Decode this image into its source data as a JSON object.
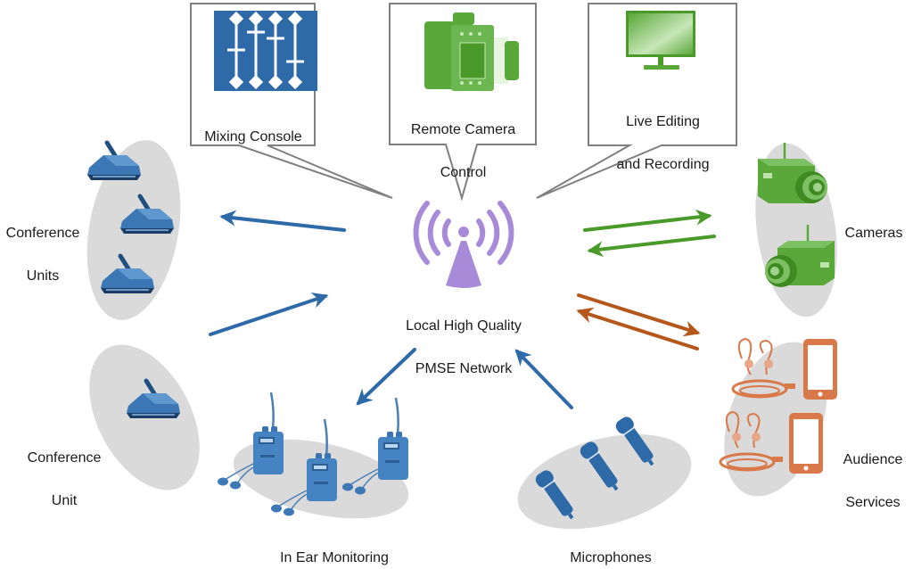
{
  "title": "Local High Quality PMSE Network",
  "colors": {
    "blue": "#2e6aa8",
    "green": "#4a9a2a",
    "green_light": "#6cbf55",
    "orange": "#b5571a",
    "orange_light": "#d9794a",
    "purple": "#a78bd9",
    "gray_blob": "#d9d9d9",
    "callout_stroke": "#7f7f7f"
  },
  "hub": {
    "icon": "wireless-antenna-icon",
    "label_line1": "Local High Quality",
    "label_line2": "PMSE Network"
  },
  "callouts": [
    {
      "id": "mixing-console",
      "icon": "mixing-console-icon",
      "label_line1": "Mixing Console",
      "label_line2": ""
    },
    {
      "id": "remote-camera-control",
      "icon": "remote-camera-control-icon",
      "label_line1": "Remote Camera",
      "label_line2": "Control"
    },
    {
      "id": "live-editing",
      "icon": "monitor-icon",
      "label_line1": "Live Editing",
      "label_line2": "and Recording"
    }
  ],
  "nodes": [
    {
      "id": "conference-units",
      "icon": "conference-unit-icon",
      "count": 3,
      "label_line1": "Conference",
      "label_line2": "Units",
      "link": "from-hub",
      "color": "blue"
    },
    {
      "id": "conference-unit",
      "icon": "conference-unit-icon",
      "count": 1,
      "label_line1": "Conference",
      "label_line2": "Unit",
      "link": "to-hub",
      "color": "blue"
    },
    {
      "id": "in-ear-monitoring",
      "icon": "bodypack-receiver-icon",
      "count": 3,
      "label_line1": "In Ear Monitoring",
      "label_line2": "",
      "link": "from-hub",
      "color": "blue"
    },
    {
      "id": "microphones",
      "icon": "microphone-icon",
      "count": 3,
      "label_line1": "Microphones",
      "label_line2": "",
      "link": "to-hub",
      "color": "blue"
    },
    {
      "id": "cameras",
      "icon": "camera-icon",
      "count": 2,
      "label_line1": "Cameras",
      "label_line2": "",
      "link": "bidirectional",
      "color": "green"
    },
    {
      "id": "audience-services",
      "icon": "smartphone-earphones-icon",
      "count": 2,
      "label_line1": "Audience",
      "label_line2": "Services",
      "link": "bidirectional",
      "color": "orange"
    }
  ]
}
